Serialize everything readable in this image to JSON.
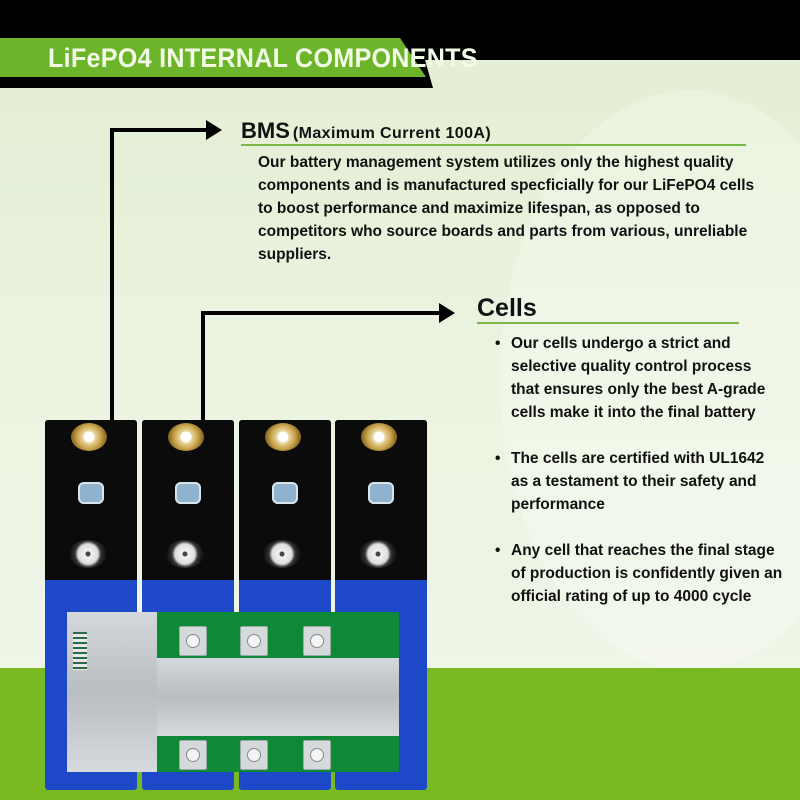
{
  "banner": {
    "title": "LiFePO4 INTERNAL COMPONENTS"
  },
  "bms_section": {
    "title": "BMS",
    "subtitle": "(Maximum Current 100A)",
    "body": "Our battery management system utilizes only the highest quality components and is manufactured specficially for our LiFePO4 cells to boost performance and maximize lifespan, as opposed to competitors who source boards and parts from various, unreliable suppliers."
  },
  "cells_section": {
    "title": "Cells",
    "bullets": [
      "Our cells undergo a strict and selective quality control process that ensures only the best A-grade cells make it into the final battery",
      "The cells are certified with UL1642 as a testament to their safety and performance",
      "Any cell that reaches the final stage of production is confidently given an official rating of up to 4000 cycle"
    ]
  },
  "illustration": {
    "subject": "LiFePO4 battery pack",
    "cell_count": 4,
    "icons": [
      "arrow-right-icon",
      "arrow-right-icon"
    ]
  },
  "colors": {
    "banner_green": "#6cb52a",
    "bottom_green": "#79b922",
    "background": "#e6f0d8",
    "cell_blue": "#1d49c8",
    "pcb_green": "#0e8a36"
  }
}
